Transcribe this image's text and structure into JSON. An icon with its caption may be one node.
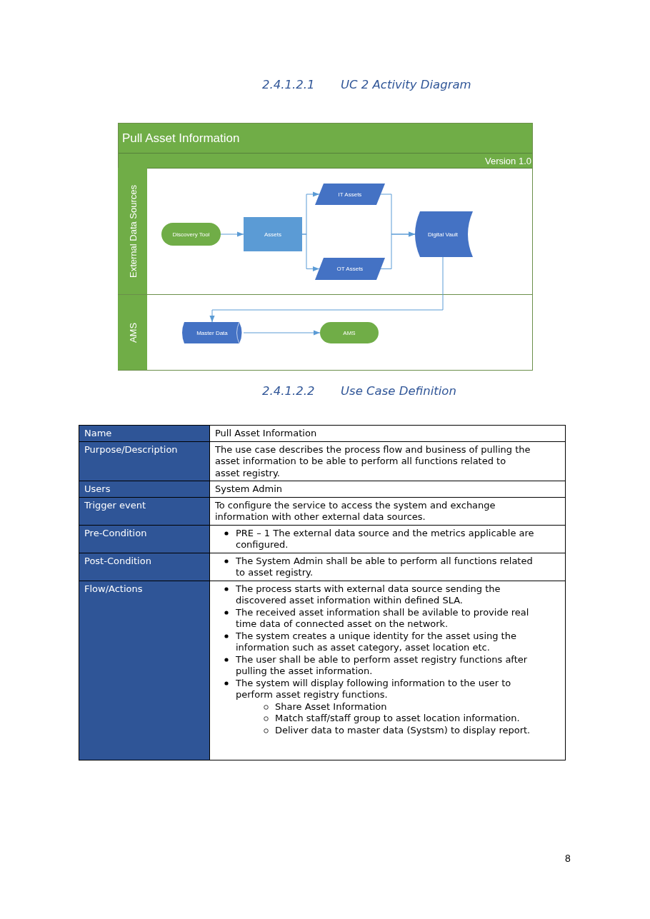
{
  "diagram": {
    "nodes": [
      {
        "text": [
          "Pull Asset Information",
          "Version 1.0"
        ]
      },
      {
        "text": [
          "External Data Sources"
        ],
        "in": 0
      },
      {
        "text": [
          "AMS"
        ],
        "in": 0
      },
      {
        "text": [
          "Discovery Tool"
        ],
        "in": 1
      },
      {
        "text": [
          "Assets"
        ],
        "in": 1
      },
      {
        "text": [
          "IT Assets"
        ],
        "in": 1
      },
      {
        "text": [
          "OT Assets"
        ],
        "in": 1
      },
      {
        "text": [
          "Digital Vault"
        ],
        "in": 1
      },
      {
        "text": [
          "Master Data"
        ],
        "in": 2
      },
      {
        "text": [
          "AMS"
        ],
        "in": 2
      }
    ],
    "edges": [
      {
        "from": 3,
        "to": 4,
        "arrow": "to"
      },
      {
        "from": 4,
        "to": 5,
        "arrow": "to"
      },
      {
        "from": 4,
        "to": 6,
        "arrow": "to"
      },
      {
        "from": 5,
        "to": 7,
        "arrow": "to"
      },
      {
        "from": 6,
        "to": 7,
        "arrow": "to"
      },
      {
        "from": 7,
        "to": 8,
        "arrow": "to"
      },
      {
        "from": 8,
        "to": 9,
        "arrow": "to"
      }
    ],
    "labels": [
      "2.4.1.2.1",
      "UC 2 Activity Diagram",
      "2.4.1.2.2",
      "Use Case Definition",
      "Name",
      "Pull Asset Information",
      "Purpose/Description",
      "The use case describes the process flow and business of pulling the asset information to be able to perform all functions related to asset registry.",
      "Users",
      "System Admin",
      "Trigger event",
      "To configure the service to access the system and exchange information with other external data sources.",
      "Pre-Condition",
      "PRE – 1 The external data source and the metrics applicable are configured.",
      "Post-Condition",
      "The System Admin shall be able to perform all functions related to asset registry.",
      "Flow/Actions",
      "The process starts with external data source sending the discovered asset information within defined SLA.",
      "The received asset information shall be avilable to provide real time data of connected asset on the network.",
      "The system creates a unique identity for the asset using the information such as asset category, asset location etc.",
      "The user shall be able to perform asset registry functions after pulling the asset information.",
      "The system will display following information to the user to perform asset registry functions.",
      "Share Asset Information",
      "Match staff/staff group to asset location information.",
      "Deliver data to master data (Systsm) to display report.",
      "8"
    ]
  }
}
